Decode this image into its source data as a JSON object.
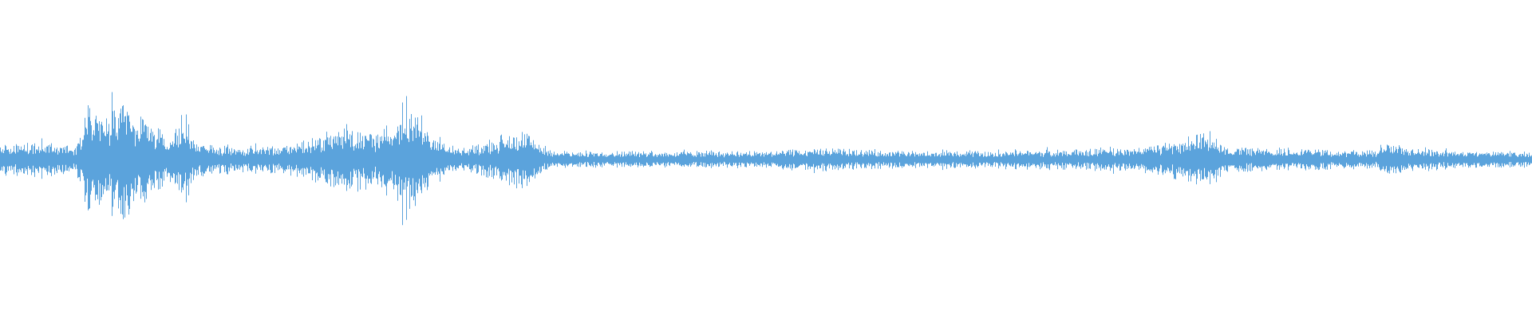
{
  "waveform": {
    "color": "#5BA3DC",
    "background": "#FFFFFF",
    "amplitude_bursts": [
      {
        "time": 0.0,
        "amp": 0.08
      },
      {
        "time": 0.03,
        "amp": 0.12
      },
      {
        "time": 0.038,
        "amp": 0.1
      },
      {
        "time": 0.05,
        "amp": 0.08
      },
      {
        "time": 0.056,
        "amp": 0.38
      },
      {
        "time": 0.062,
        "amp": 0.3
      },
      {
        "time": 0.068,
        "amp": 0.28
      },
      {
        "time": 0.074,
        "amp": 0.32
      },
      {
        "time": 0.082,
        "amp": 0.34
      },
      {
        "time": 0.09,
        "amp": 0.28
      },
      {
        "time": 0.098,
        "amp": 0.22
      },
      {
        "time": 0.108,
        "amp": 0.14
      },
      {
        "time": 0.114,
        "amp": 0.18
      },
      {
        "time": 0.121,
        "amp": 0.26
      },
      {
        "time": 0.13,
        "amp": 0.1
      },
      {
        "time": 0.15,
        "amp": 0.08
      },
      {
        "time": 0.18,
        "amp": 0.08
      },
      {
        "time": 0.2,
        "amp": 0.12
      },
      {
        "time": 0.215,
        "amp": 0.18
      },
      {
        "time": 0.23,
        "amp": 0.2
      },
      {
        "time": 0.245,
        "amp": 0.14
      },
      {
        "time": 0.258,
        "amp": 0.26
      },
      {
        "time": 0.265,
        "amp": 0.4
      },
      {
        "time": 0.272,
        "amp": 0.3
      },
      {
        "time": 0.285,
        "amp": 0.12
      },
      {
        "time": 0.3,
        "amp": 0.06
      },
      {
        "time": 0.34,
        "amp": 0.18
      },
      {
        "time": 0.36,
        "amp": 0.05
      },
      {
        "time": 0.5,
        "amp": 0.05
      },
      {
        "time": 0.527,
        "amp": 0.07
      },
      {
        "time": 0.6,
        "amp": 0.05
      },
      {
        "time": 0.7,
        "amp": 0.06
      },
      {
        "time": 0.756,
        "amp": 0.09
      },
      {
        "time": 0.793,
        "amp": 0.17
      },
      {
        "time": 0.8,
        "amp": 0.08
      },
      {
        "time": 0.9,
        "amp": 0.05
      },
      {
        "time": 0.9,
        "amp": 0.1
      },
      {
        "time": 0.95,
        "amp": 0.05
      },
      {
        "time": 1.0,
        "amp": 0.05
      }
    ]
  }
}
